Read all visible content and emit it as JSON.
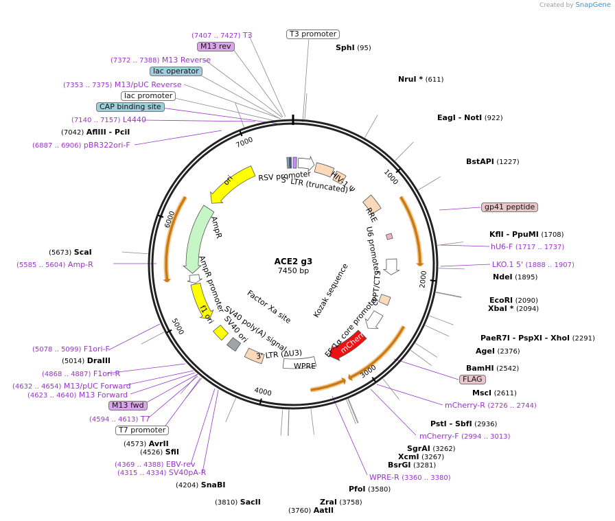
{
  "watermark": {
    "prefix": "Created by",
    "brand": "SnapGene"
  },
  "plasmid": {
    "name": "ACE2 g3",
    "size_label": "7450 bp",
    "length": 7450
  },
  "ticks": [
    "1000",
    "2000",
    "3000",
    "4000",
    "5000",
    "6000",
    "7000"
  ],
  "enzymes": [
    {
      "name": "SphI",
      "pos": "(95)",
      "site": 95
    },
    {
      "name": "NruI *",
      "pos": "(611)",
      "site": 611
    },
    {
      "name": "EagI  - NotI",
      "pos": "(922)",
      "site": 922
    },
    {
      "name": "BstAPI",
      "pos": "(1227)",
      "site": 1227
    },
    {
      "name": "KflI  - PpuMI",
      "pos": "(1708)",
      "site": 1708
    },
    {
      "name": "NdeI",
      "pos": "(1895)",
      "site": 1895
    },
    {
      "name": "EcoRI",
      "pos": "(2090)",
      "site": 2090
    },
    {
      "name": "XbaI *",
      "pos": "(2094)",
      "site": 2094
    },
    {
      "name": "PaeR7I  - PspXI  - XhoI",
      "pos": "(2291)",
      "site": 2291
    },
    {
      "name": "AgeI",
      "pos": "(2376)",
      "site": 2376
    },
    {
      "name": "BamHI",
      "pos": "(2542)",
      "site": 2542
    },
    {
      "name": "MscI",
      "pos": "(2611)",
      "site": 2611
    },
    {
      "name": "PstI  - SbfI",
      "pos": "(2936)",
      "site": 2936
    },
    {
      "name": "SgrAI",
      "pos": "(3262)",
      "site": 3262
    },
    {
      "name": "XcmI",
      "pos": "(3267)",
      "site": 3267
    },
    {
      "name": "BsrGI",
      "pos": "(3281)",
      "site": 3281
    },
    {
      "name": "PfoI",
      "pos": "(3580)",
      "site": 3580
    },
    {
      "name": "ZraI",
      "pos": "(3758)",
      "site": 3758
    },
    {
      "name": "AatII",
      "pos": "(3760)",
      "site": 3760
    },
    {
      "name": "SacII",
      "pos": "(3810)",
      "site": 3810
    },
    {
      "name": "SnaBI",
      "pos": "(4204)",
      "site": 4204
    },
    {
      "name": "SfiI",
      "pos": "(4526)",
      "site": 4526
    },
    {
      "name": "AvrII",
      "pos": "(4573)",
      "site": 4573
    },
    {
      "name": "DraIII",
      "pos": "(5014)",
      "site": 5014
    },
    {
      "name": "ScaI",
      "pos": "(5673)",
      "site": 5673
    },
    {
      "name": "AflIII  - PciI",
      "pos": "(7042)",
      "site": 7042
    }
  ],
  "primers": [
    {
      "name": "T3",
      "pos": "(7407 .. 7427)"
    },
    {
      "name": "M13 Reverse",
      "pos": "(7372 .. 7388)"
    },
    {
      "name": "M13/pUC Reverse",
      "pos": "(7353 .. 7375)"
    },
    {
      "name": "L4440",
      "pos": "(7140 .. 7157)"
    },
    {
      "name": "pBR322ori-F",
      "pos": "(6887 .. 6906)"
    },
    {
      "name": "hU6-F",
      "pos": "(1717 .. 1737)"
    },
    {
      "name": "LKO.1 5'",
      "pos": "(1888 .. 1907)"
    },
    {
      "name": "mCherry-R",
      "pos": "(2726 .. 2744)"
    },
    {
      "name": "mCherry-F",
      "pos": "(2994 .. 3013)"
    },
    {
      "name": "WPRE-R",
      "pos": "(3360 .. 3380)"
    },
    {
      "name": "Amp-R",
      "pos": "(5585 .. 5604)"
    },
    {
      "name": "F1ori-F",
      "pos": "(5078 .. 5099)"
    },
    {
      "name": "F1ori-R",
      "pos": "(4868 .. 4887)"
    },
    {
      "name": "M13/pUC Forward",
      "pos": "(4632 .. 4654)"
    },
    {
      "name": "M13 Forward",
      "pos": "(4623 .. 4640)"
    },
    {
      "name": "T7",
      "pos": "(4594 .. 4613)"
    },
    {
      "name": "EBV-rev",
      "pos": "(4369 .. 4388)"
    },
    {
      "name": "SV40pA-R",
      "pos": "(4315 .. 4334)"
    }
  ],
  "feature_tags": [
    {
      "name": "T3 promoter",
      "color": "#ffffff"
    },
    {
      "name": "M13 rev",
      "color": "#d9a6e8"
    },
    {
      "name": "lac operator",
      "color": "#9fcfdc"
    },
    {
      "name": "lac promoter",
      "color": "#ffffff"
    },
    {
      "name": "CAP binding site",
      "color": "#9fcfdc"
    },
    {
      "name": "gp41 peptide",
      "color": "#e8c6cc"
    },
    {
      "name": "FLAG",
      "color": "#e8c6cc"
    },
    {
      "name": "M13 fwd",
      "color": "#d9a6e8"
    },
    {
      "name": "T7 promoter",
      "color": "#ffffff"
    }
  ],
  "inner_labels": {
    "rsv": "RSV promoter",
    "ltr5": "5' LTR (truncated)",
    "hiv": "HIV-1 Ψ",
    "rre": "RRE",
    "u6": "U6 promoter",
    "cppt": "cPPT/CTS",
    "ef1a": "EF-1α core promoter",
    "kozak": "Kozak sequence",
    "mcherry": "mCherry",
    "wpre": "WPRE",
    "ltr3": "3' LTR (ΔU3)",
    "factorxa": "Factor Xa site",
    "sv40pa": "SV40 poly(A) signal",
    "sv40ori": "SV40 ori",
    "f1ori": "f1 ori",
    "ampr_prom": "AmpR promoter",
    "ampr": "AmpR",
    "ori": "ori"
  },
  "colors": {
    "enzyme_line": "#888888",
    "primer": "#9933cc",
    "backbone": "#222222",
    "orf_highlight": "#f5c98a",
    "orf_arrow": "#c87a1a",
    "promoter_box": "#ffffff",
    "ltr_box": "#fbd9bb",
    "ori_yellow": "#ffff00",
    "ampr_green": "#c6f5c6",
    "mcherry_red": "#ee1111"
  }
}
